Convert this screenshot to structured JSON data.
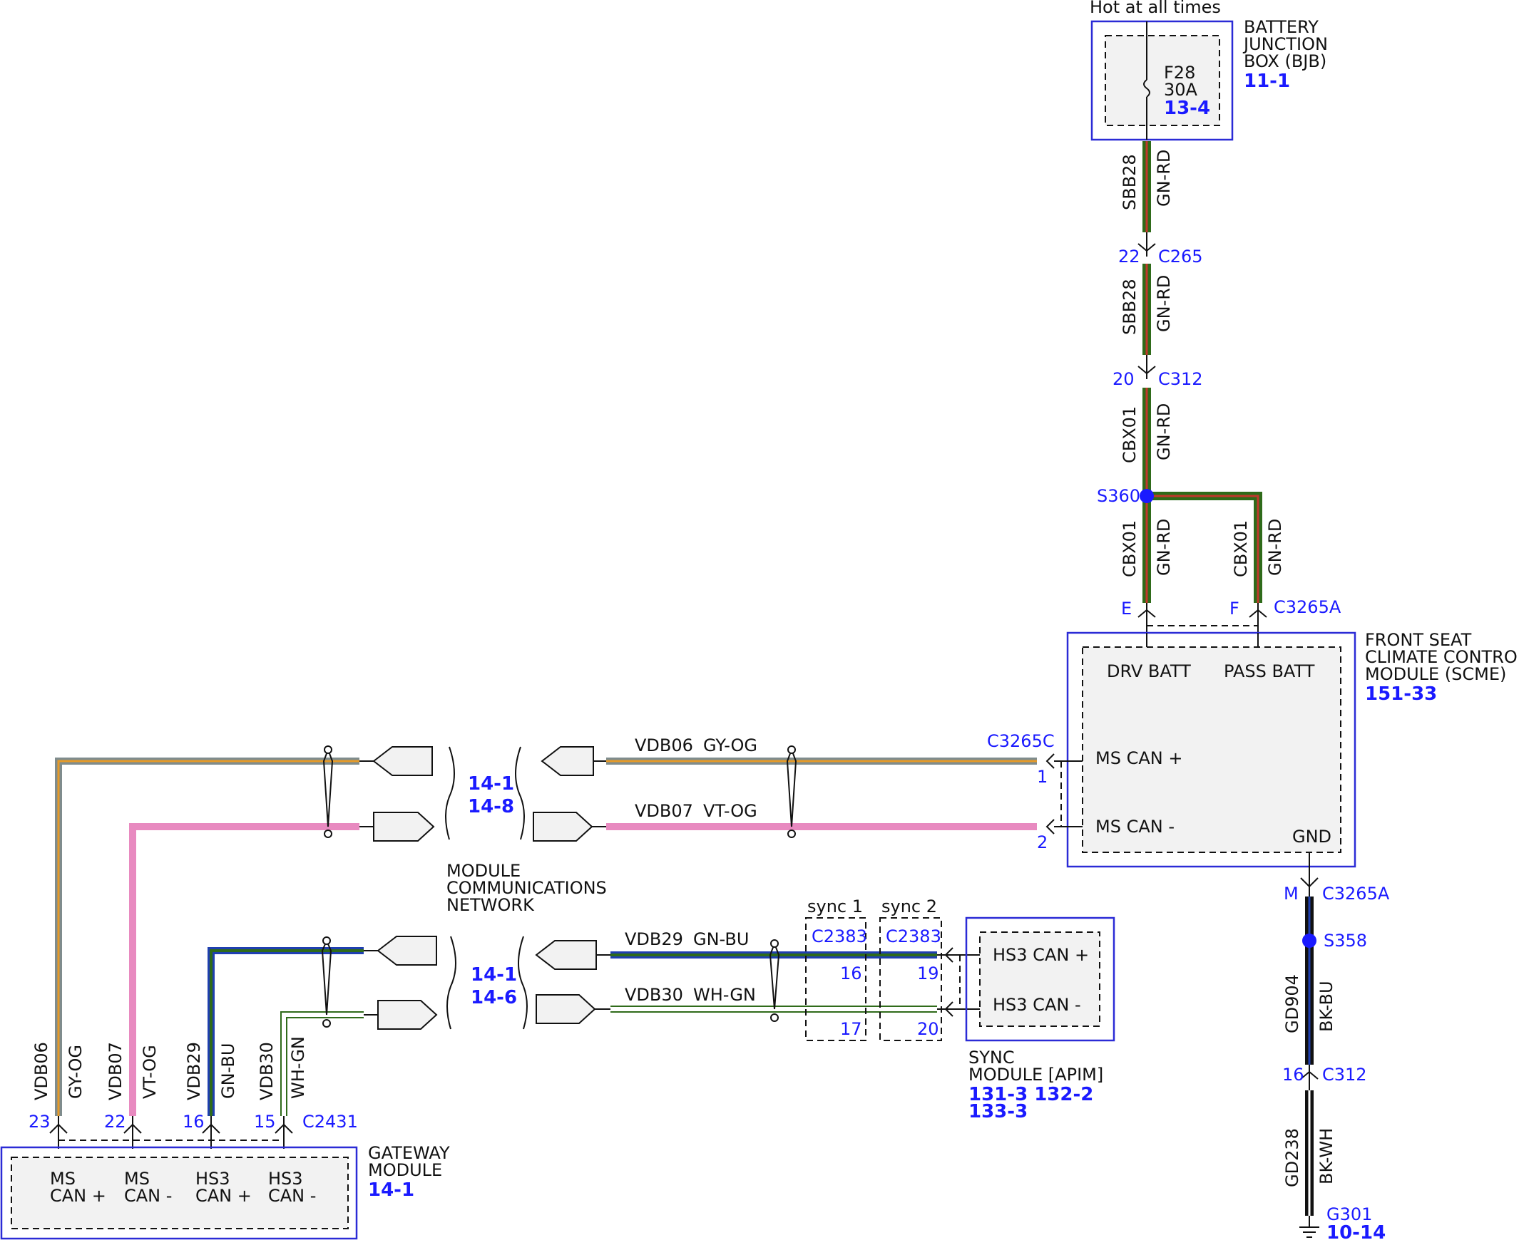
{
  "header": {
    "hot_label": "Hot at all times"
  },
  "bjb": {
    "title_lines": [
      "BATTERY",
      "JUNCTION",
      "BOX (BJB)"
    ],
    "ref": "11-1",
    "fuse_name": "F28",
    "fuse_rating": "30A",
    "fuse_ref": "13-4"
  },
  "wires": {
    "sbb28_a": {
      "circuit": "SBB28",
      "color": "GN-RD"
    },
    "sbb28_b": {
      "circuit": "SBB28",
      "color": "GN-RD"
    },
    "cbx01_a": {
      "circuit": "CBX01",
      "color": "GN-RD"
    },
    "cbx01_b": {
      "circuit": "CBX01",
      "color": "GN-RD"
    },
    "cbx01_c": {
      "circuit": "CBX01",
      "color": "GN-RD"
    },
    "vdb06": {
      "circuit": "VDB06",
      "color": "GY-OG"
    },
    "vdb07": {
      "circuit": "VDB07",
      "color": "VT-OG"
    },
    "vdb29": {
      "circuit": "VDB29",
      "color": "GN-BU"
    },
    "vdb30": {
      "circuit": "VDB30",
      "color": "WH-GN"
    },
    "gd904": {
      "circuit": "GD904",
      "color": "BK-BU"
    },
    "gd238": {
      "circuit": "GD238",
      "color": "BK-WH"
    }
  },
  "connectors": {
    "c265": {
      "name": "C265",
      "pin": "22"
    },
    "c312_top": {
      "name": "C312",
      "pin": "20"
    },
    "c312_bottom": {
      "name": "C312",
      "pin": "16"
    },
    "c3265a_top": {
      "name": "C3265A",
      "pin_e": "E",
      "pin_f": "F"
    },
    "c3265a_bottom": {
      "name": "C3265A",
      "pin": "M"
    },
    "c3265c": {
      "name": "C3265C",
      "pin_1": "1",
      "pin_2": "2"
    },
    "c2383_a": {
      "name": "C2383",
      "pin_a": "16",
      "pin_b": "17",
      "group": "sync 1"
    },
    "c2383_b": {
      "name": "C2383",
      "pin_a": "19",
      "pin_b": "20",
      "group": "sync 2"
    },
    "c2431": {
      "name": "C2431",
      "pins": [
        "23",
        "22",
        "16",
        "15"
      ]
    }
  },
  "splices": {
    "s360": "S360",
    "s358": "S358"
  },
  "ground": {
    "name": "G301",
    "ref": "10-14"
  },
  "scme": {
    "title_lines": [
      "FRONT SEAT",
      "CLIMATE CONTROL",
      "MODULE (SCME)"
    ],
    "ref": "151-33",
    "drv_batt": "DRV BATT",
    "pass_batt": "PASS BATT",
    "ms_can_plus": "MS CAN +",
    "ms_can_minus": "MS CAN -",
    "gnd": "GND"
  },
  "sync": {
    "title_lines": [
      "SYNC",
      "MODULE [APIM]"
    ],
    "refs_line1": "131-3 132-2",
    "refs_line2": "133-3",
    "hs3_can_plus": "HS3 CAN +",
    "hs3_can_minus": "HS3 CAN -"
  },
  "gateway": {
    "title_lines": [
      "GATEWAY",
      "MODULE"
    ],
    "ref": "14-1",
    "pins": [
      {
        "line1": "MS",
        "line2": "CAN +"
      },
      {
        "line1": "MS",
        "line2": "CAN -"
      },
      {
        "line1": "HS3",
        "line2": "CAN +"
      },
      {
        "line1": "HS3",
        "line2": "CAN -"
      }
    ]
  },
  "network": {
    "title_lines": [
      "MODULE",
      "COMMUNICATIONS",
      "NETWORK"
    ],
    "upper_refs": [
      "14-1",
      "14-8"
    ],
    "lower_refs": [
      "14-1",
      "14-6"
    ]
  },
  "colors": {
    "box_border": "#2b2bd6",
    "ref_text": "#1a1aff",
    "splice_dot": "#1a1aff",
    "gn": "#2f6b1a",
    "rd": "#c0392b",
    "gy": "#7f8c8d",
    "og": "#e69a28",
    "vt": "#e88ac0",
    "bu": "#1f3fb0",
    "wh": "#ffffff",
    "bk": "#111111"
  }
}
